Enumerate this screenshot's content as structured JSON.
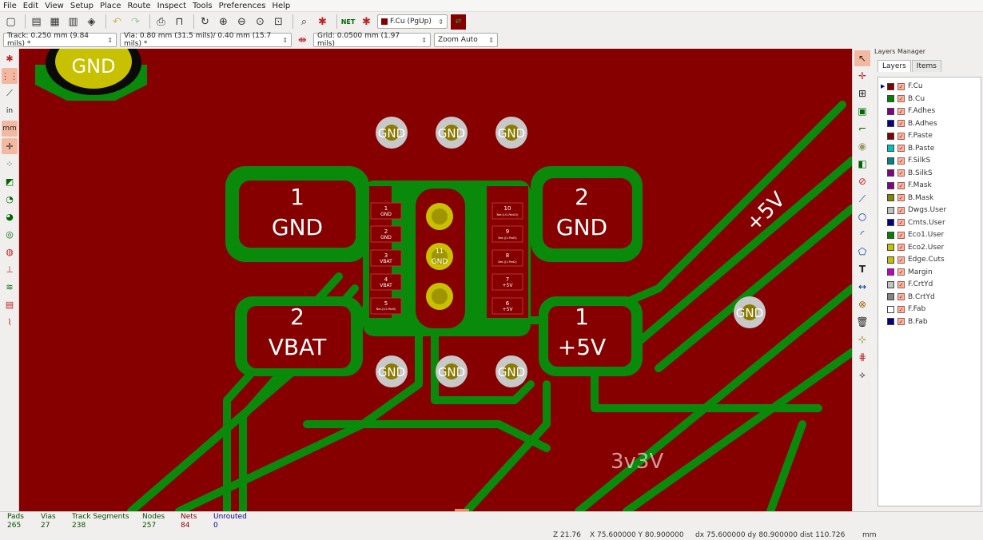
{
  "menu": [
    "File",
    "Edit",
    "View",
    "Setup",
    "Place",
    "Route",
    "Inspect",
    "Tools",
    "Preferences",
    "Help"
  ],
  "toolbar": {
    "layer_select": "F.Cu (PgUp)",
    "track": "Track: 0.250 mm (9.84 mils) *",
    "via": "Via: 0.80 mm (31.5 mils)/ 0.40 mm (15.7 mils) *",
    "grid": "Grid: 0.0500 mm (1.97 mils)",
    "zoom": "Zoom Auto"
  },
  "canvas": {
    "pad_gnd_top": "GND",
    "pad_left_num": "1",
    "pad_left_net": "GND",
    "pad_vbat_num": "2",
    "pad_vbat_net": "VBAT",
    "pad_right_num": "2",
    "pad_right_net": "GND",
    "pad_5v_num": "1",
    "pad_5v_net": "+5V",
    "via_label": "GND",
    "silk_5v": "+5V",
    "silk_bottom": "3v3V",
    "ic_pins": [
      {
        "num": "1",
        "net": "GND"
      },
      {
        "num": "2",
        "net": "GND"
      },
      {
        "num": "3",
        "net": "VBAT"
      },
      {
        "num": "4",
        "net": "VBAT"
      },
      {
        "num": "5",
        "net": "Net-(U1-Pad5)"
      },
      {
        "num": "10",
        "net": "Net-(U1-Pad10)"
      },
      {
        "num": "9",
        "net": "Net-(J1-Pad3)"
      },
      {
        "num": "8",
        "net": "Net-(J1-Pad2)"
      },
      {
        "num": "7",
        "net": "+5V"
      },
      {
        "num": "6",
        "net": "+5V"
      }
    ],
    "ic_center": "GND",
    "ic_center_num": "11"
  },
  "layers_manager": {
    "title": "Layers Manager",
    "tabs": [
      "Layers",
      "Items"
    ],
    "layers": [
      {
        "name": "F.Cu",
        "color": "#840000"
      },
      {
        "name": "B.Cu",
        "color": "#008400"
      },
      {
        "name": "F.Adhes",
        "color": "#840084"
      },
      {
        "name": "B.Adhes",
        "color": "#000084"
      },
      {
        "name": "F.Paste",
        "color": "#840000"
      },
      {
        "name": "B.Paste",
        "color": "#00c2c2"
      },
      {
        "name": "F.SilkS",
        "color": "#008484"
      },
      {
        "name": "B.SilkS",
        "color": "#840084"
      },
      {
        "name": "F.Mask",
        "color": "#840084"
      },
      {
        "name": "B.Mask",
        "color": "#848400"
      },
      {
        "name": "Dwgs.User",
        "color": "#c2c2c2"
      },
      {
        "name": "Cmts.User",
        "color": "#000084"
      },
      {
        "name": "Eco1.User",
        "color": "#008400"
      },
      {
        "name": "Eco2.User",
        "color": "#c2c200"
      },
      {
        "name": "Edge.Cuts",
        "color": "#c2c200"
      },
      {
        "name": "Margin",
        "color": "#c200c2"
      },
      {
        "name": "F.CrtYd",
        "color": "#c2c2c2"
      },
      {
        "name": "B.CrtYd",
        "color": "#848484"
      },
      {
        "name": "F.Fab",
        "color": "#ffffff"
      },
      {
        "name": "B.Fab",
        "color": "#000084"
      }
    ]
  },
  "status": {
    "pads_label": "Pads",
    "pads": "265",
    "vias_label": "Vias",
    "vias": "27",
    "tracks_label": "Track Segments",
    "tracks": "238",
    "nodes_label": "Nodes",
    "nodes": "257",
    "nets_label": "Nets",
    "nets": "84",
    "unrouted_label": "Unrouted",
    "unrouted": "0",
    "zoom": "Z 21.76",
    "xy": "X 75.600000  Y 80.900000",
    "dxy": "dx 75.600000  dy 80.900000  dist 110.726",
    "units": "mm"
  }
}
